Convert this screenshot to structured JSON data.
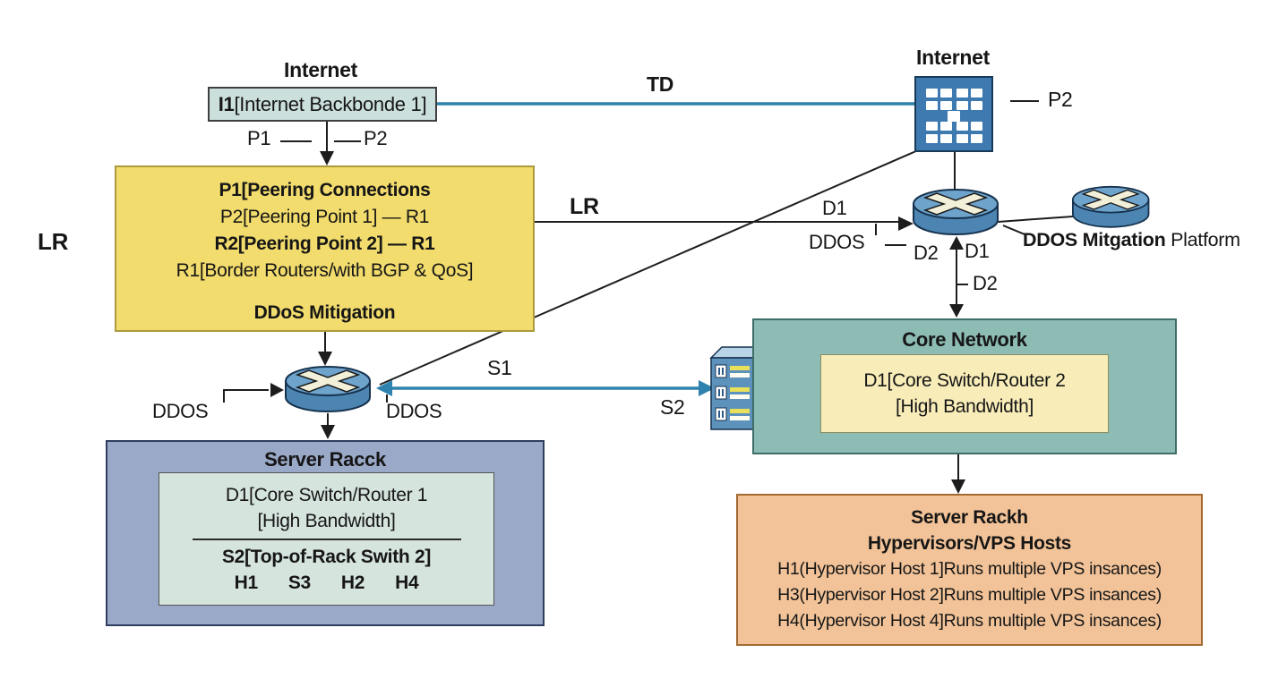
{
  "colors": {
    "peering_box": "#f2dc6d",
    "peering_border": "#ab9a3e",
    "backbone_box": "#cbdfdc",
    "core_box": "#8dbcb4",
    "core_inner": "#f8edb9",
    "rack_box": "#9aa9c8",
    "rack_inner": "#d6e4de",
    "hypervisor_box": "#f2c398",
    "hypervisor_border": "#a26a32",
    "router_blue": "#4d85b2",
    "connector_blue": "#2f82ad",
    "connector_black": "#1d1d1d"
  },
  "top_left": {
    "internet_title": "Internet",
    "backbone_prefix": "I1",
    "backbone_rest": "[Internet Backbonde 1]",
    "p1": "P1",
    "p2": "P2"
  },
  "left_label": {
    "lr": "LR"
  },
  "peering_box": {
    "line1": "P1[Peering Connections",
    "line2": "P2[Peering Point 1] — R1",
    "line3": "R2[Peering Point 2] — R1",
    "line4": "R1[Border Routers/with BGP & QoS]",
    "footer": "DDoS Mitigation"
  },
  "connectors": {
    "td": "TD",
    "lr": "LR",
    "d1": "D1",
    "ddos_mid": "DDOS",
    "d2_left": "D2",
    "d1_right": "D1",
    "d2_lower": "D2",
    "s1": "S1",
    "s2": "S2",
    "ddos_left": "DDOS",
    "ddos_right": "DDOS"
  },
  "top_right": {
    "internet_title": "Internet",
    "p2": "P2"
  },
  "mitigation_platform": {
    "label_bold": "DDOS Mitgation",
    "label_rest": " Platform"
  },
  "core_network": {
    "title": "Core Network",
    "inner_line1": "D1[Core Switch/Router 2",
    "inner_line2": "[High Bandwidth]"
  },
  "server_rack_left": {
    "title": "Server Racck",
    "inner_line1": "D1[Core Switch/Router 1",
    "inner_line2": "[High Bandwidth]",
    "switch_line": "S2[Top-of-Rack Swith 2]",
    "hosts": [
      "H1",
      "S3",
      "H2",
      "H4"
    ]
  },
  "hypervisor_rack": {
    "title": "Server Rackh",
    "subtitle": "Hypervisors/VPS Hosts",
    "hosts": [
      "H1(Hypervisor Host 1]Runs multiple VPS insances)",
      "H3(Hypervisor Host 2]Runs multiple VPS insances)",
      "H4(Hypervisor Host 4]Runs multiple VPS insances)"
    ]
  }
}
